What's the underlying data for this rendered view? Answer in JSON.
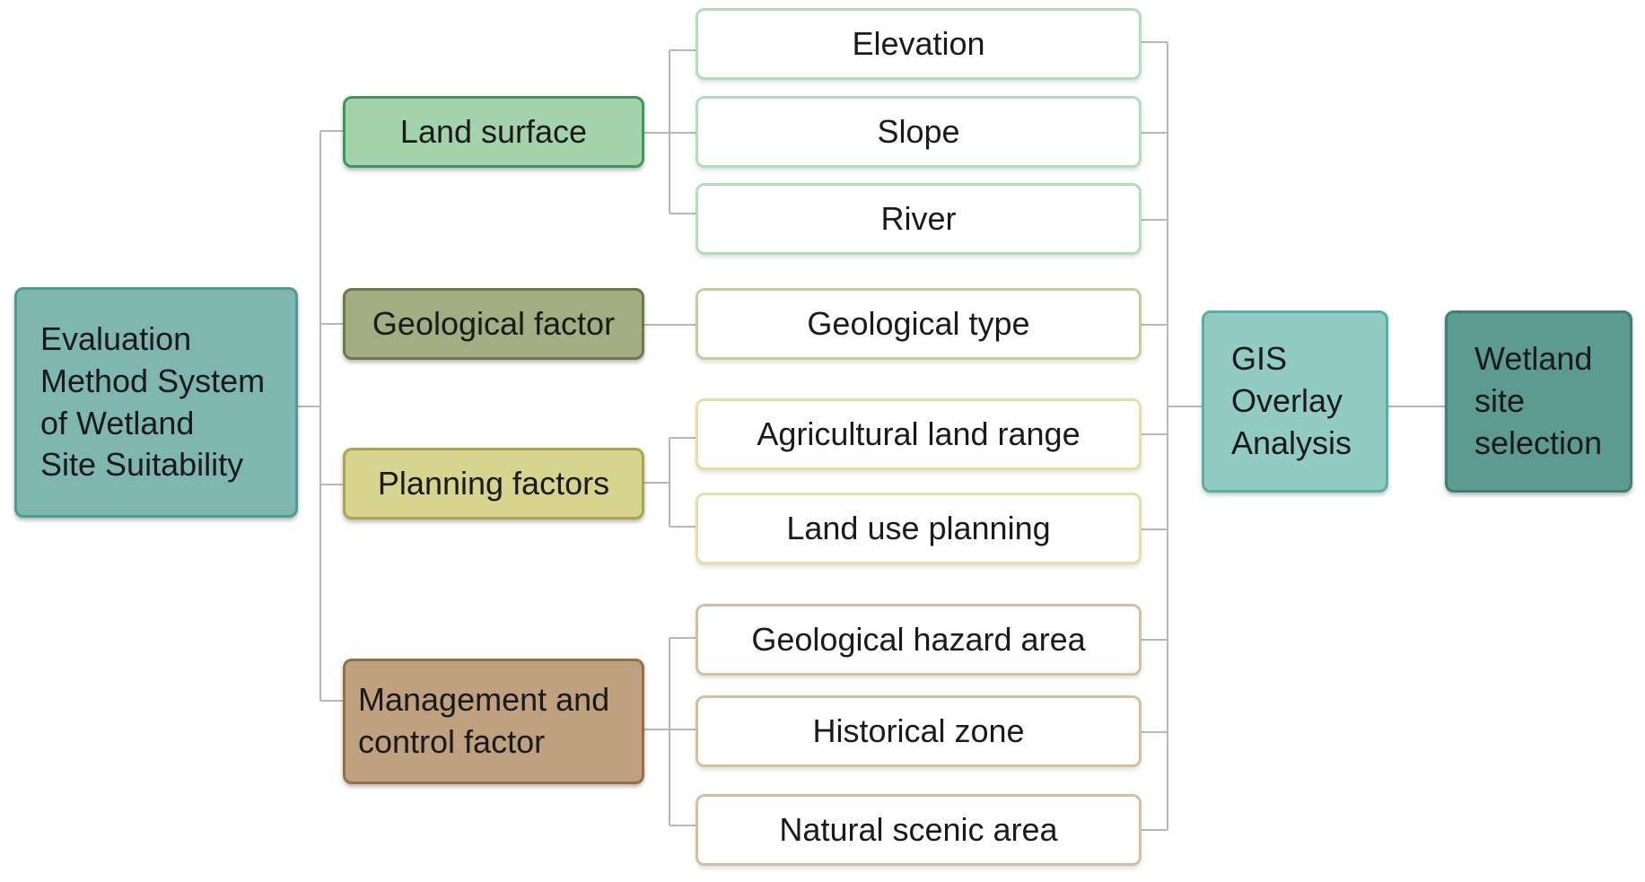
{
  "root": {
    "lines": [
      "Evaluation",
      "Method System",
      "of Wetland",
      "Site Suitability"
    ]
  },
  "categories": [
    {
      "label": "Land surface",
      "items": [
        "Elevation",
        "Slope",
        "River"
      ]
    },
    {
      "label": "Geological factor",
      "items": [
        "Geological type"
      ]
    },
    {
      "label": "Planning factors",
      "items": [
        "Agricultural land range",
        "Land use planning"
      ]
    },
    {
      "lines": [
        "Management and",
        "control factor"
      ],
      "items": [
        "Geological hazard area",
        "Historical zone",
        "Natural scenic area"
      ]
    }
  ],
  "analysis": {
    "lines": [
      "GIS",
      "Overlay",
      "Analysis"
    ]
  },
  "result": {
    "lines": [
      "Wetland",
      "site",
      "selection"
    ]
  },
  "colors": {
    "land_surface": "#a3d2ad",
    "geological_factor": "#a2ad82",
    "planning_factors": "#d6d48f",
    "management_factor": "#bfa07f",
    "gis_overlay": "#91cbc4",
    "wetland_selection": "#5d9b90",
    "root": "#7fb6b0"
  }
}
